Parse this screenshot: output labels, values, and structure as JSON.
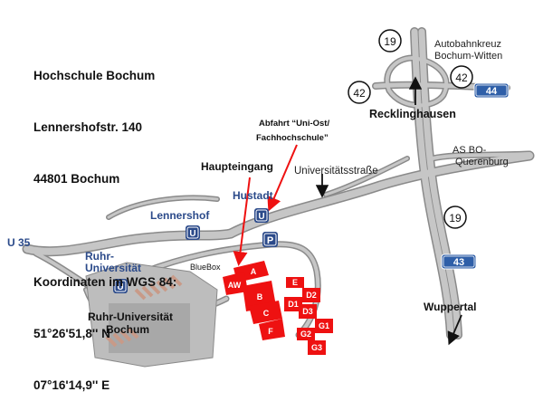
{
  "address": {
    "name": "Hochschule Bochum",
    "street": "Lennershofstr. 140",
    "city": "44801 Bochum",
    "coords_heading": "Koordinaten im WGS 84:",
    "lat": "51°26'51,8'' N",
    "lon": "07°16'14,9'' E"
  },
  "labels": {
    "autobahnkreuz_1": "Autobahnkreuz",
    "autobahnkreuz_2": "Bochum-Witten",
    "recklinghausen": "Recklinghausen",
    "abfahrt_1": "Abfahrt “Uni-Ost/",
    "abfahrt_2": "Fachhochschule”",
    "as_bo_1": "AS BO-",
    "as_bo_2": "Querenburg",
    "haupteingang": "Haupteingang",
    "universitaetsstrasse": "Universitätsstraße",
    "hustadt": "Hustadt",
    "lennershof": "Lennershof",
    "u35": "U 35",
    "ruhr_uni_1": "Ruhr-",
    "ruhr_uni_2": "Universität",
    "bluebox": "BlueBox",
    "rub_1": "Ruhr-Universität",
    "rub_2": "Bochum",
    "wuppertal": "Wuppertal"
  },
  "road_shields": {
    "b19_top": "19",
    "b42_right": "42",
    "b42_left": "42",
    "b19_mid": "19",
    "a44": "44",
    "a43": "43"
  },
  "symbols": {
    "ubahn": "U",
    "parking": "P"
  },
  "buildings": {
    "A": "A",
    "AW": "AW",
    "B": "B",
    "C": "C",
    "F": "F",
    "E": "E",
    "D1": "D1",
    "D2": "D2",
    "D3": "D3",
    "G1": "G1",
    "G2": "G2",
    "G3": "G3"
  },
  "colors": {
    "road": "#c6c6c6",
    "road_outline": "#8a8a8a",
    "building": "#ee1111",
    "ubahn_blue": "#2b4a8a",
    "autobahn_blue": "#2f5fa8",
    "rub_area": "#a8a8a8",
    "rub_hall": "#c89a88"
  }
}
